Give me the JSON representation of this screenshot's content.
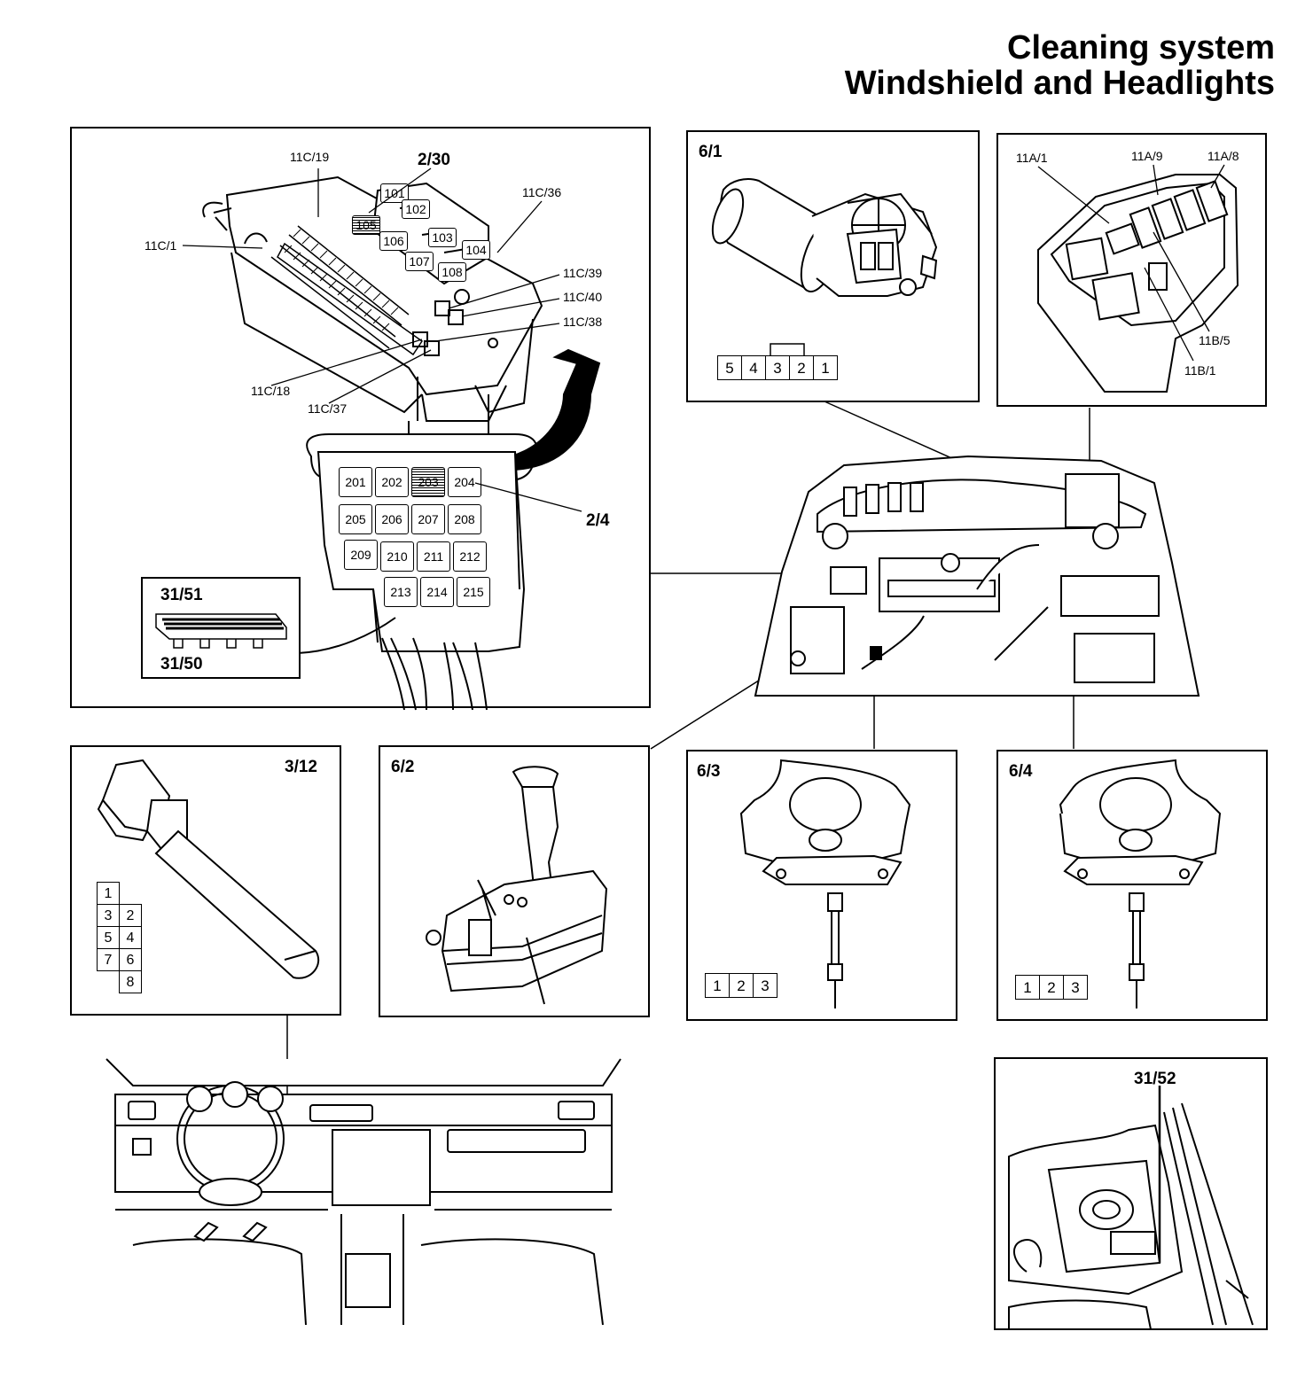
{
  "title": {
    "line1": "Cleaning system",
    "line2": "Windshield and Headlights"
  },
  "fusebox": {
    "callouts": {
      "c19": "11C/19",
      "c230": "2/30",
      "c36": "11C/36",
      "c1": "11C/1",
      "c39": "11C/39",
      "c40": "11C/40",
      "c38": "11C/38",
      "c18": "11C/18",
      "c37": "11C/37",
      "c24": "2/4"
    },
    "upper_fuses": [
      "101",
      "102",
      "105",
      "106",
      "103",
      "104",
      "107",
      "108"
    ],
    "lower_fuses": [
      "201",
      "202",
      "203",
      "204",
      "205",
      "206",
      "207",
      "208",
      "209",
      "210",
      "211",
      "212",
      "213",
      "214",
      "215"
    ],
    "connector_top": "31/51",
    "connector_bottom": "31/50"
  },
  "panel_61": {
    "id": "6/1",
    "pins": [
      "5",
      "4",
      "3",
      "2",
      "1"
    ]
  },
  "panel_relay": {
    "c1": "11A/1",
    "c9": "11A/9",
    "c8": "11A/8",
    "b5": "11B/5",
    "b1": "11B/1"
  },
  "panel_312": {
    "id": "3/12",
    "pins": [
      "1",
      "3",
      "2",
      "5",
      "4",
      "7",
      "6",
      "8"
    ]
  },
  "panel_62": {
    "id": "6/2"
  },
  "panel_63": {
    "id": "6/3",
    "pins": [
      "1",
      "2",
      "3"
    ]
  },
  "panel_64": {
    "id": "6/4",
    "pins": [
      "1",
      "2",
      "3"
    ]
  },
  "panel_3152": {
    "id": "31/52"
  }
}
